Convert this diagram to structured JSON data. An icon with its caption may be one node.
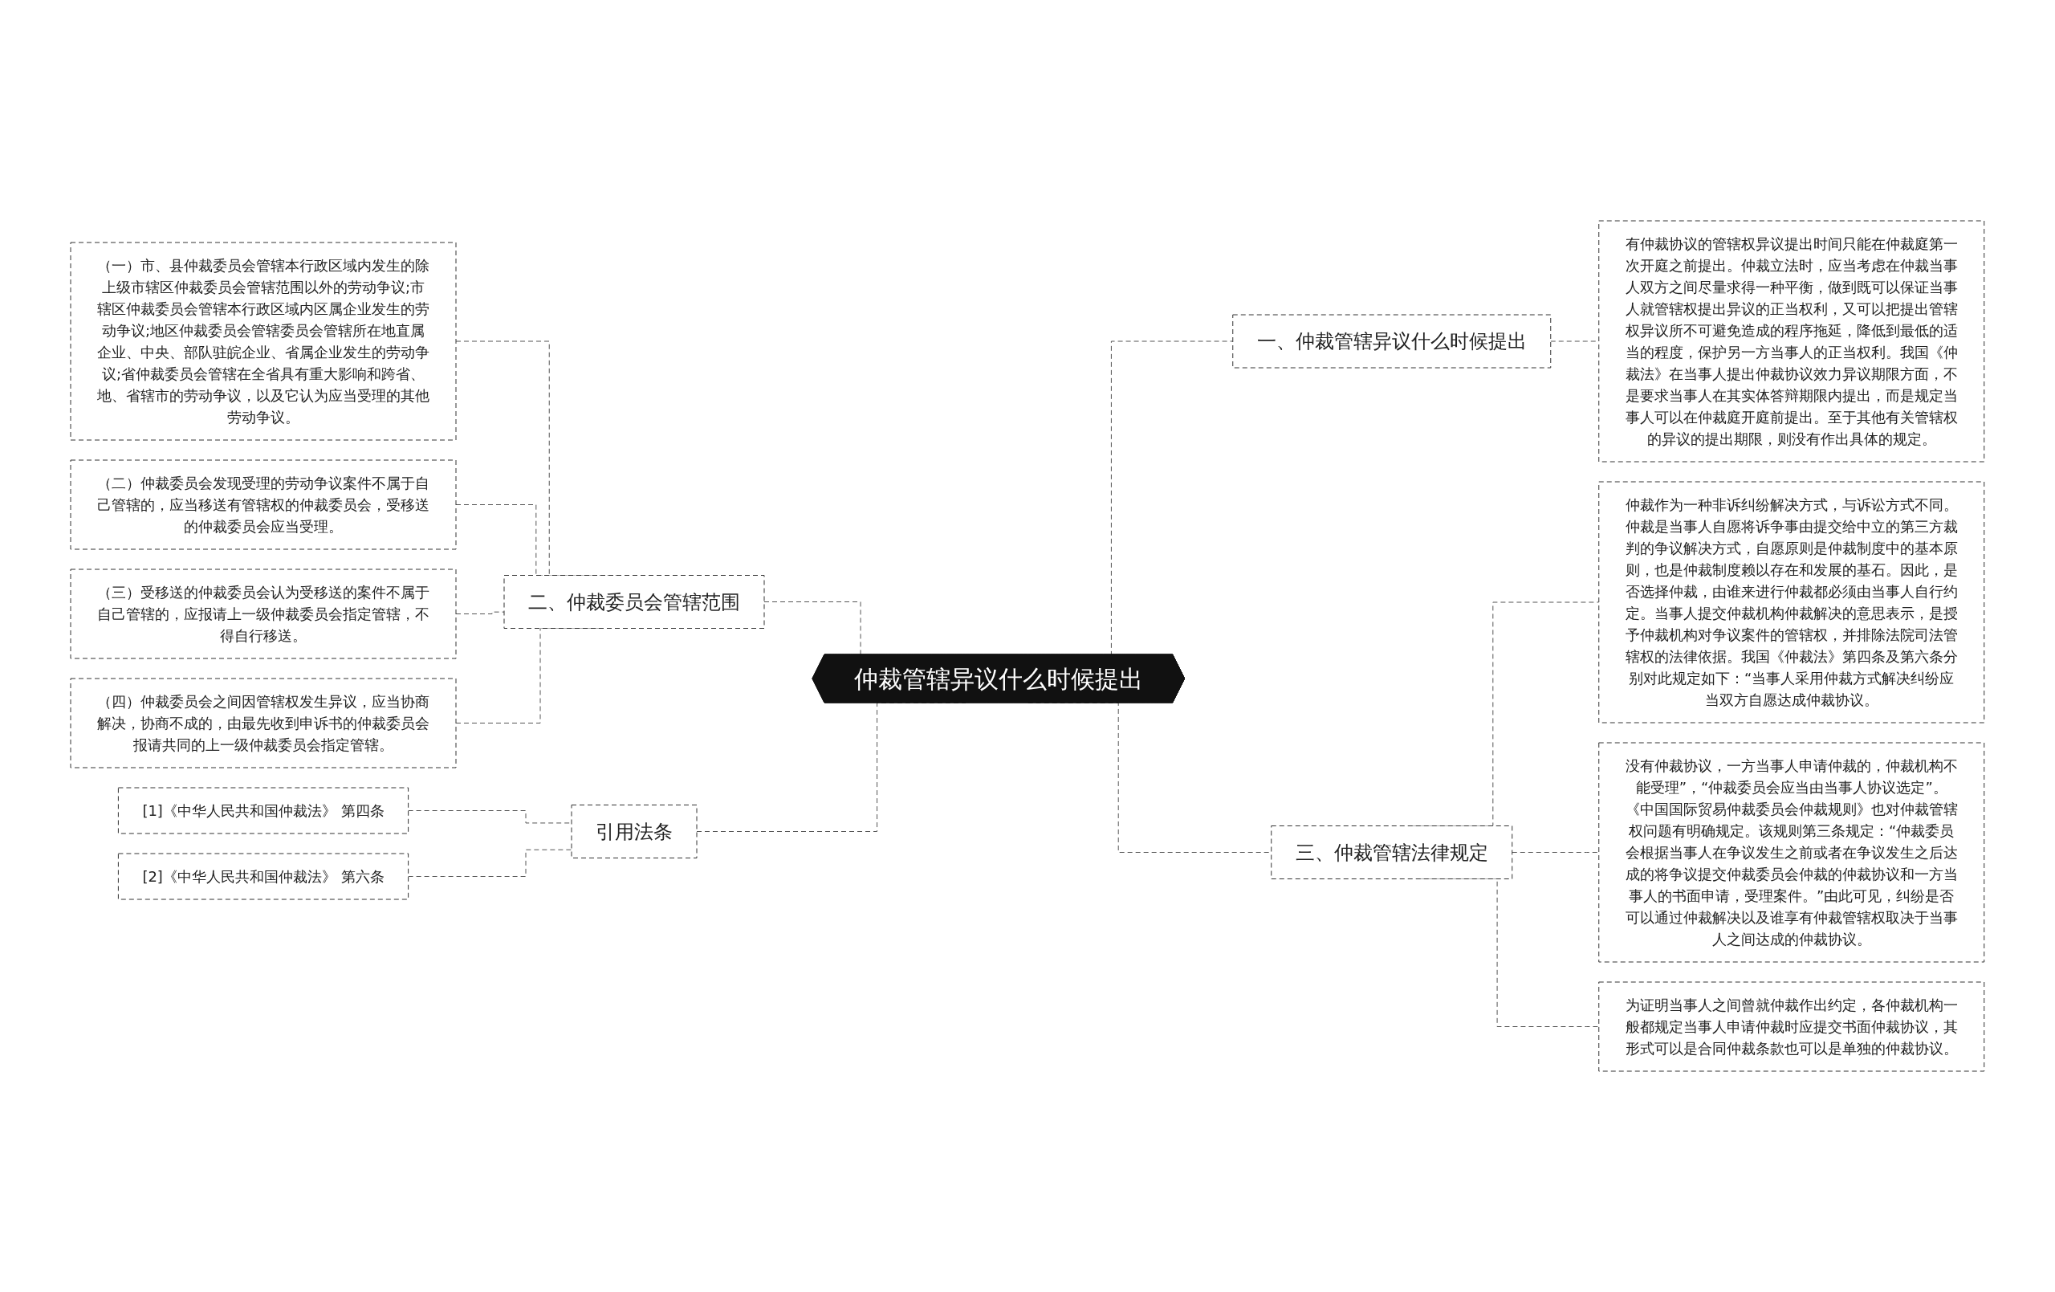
{
  "diagram": {
    "nodes": [
      {
        "text": [
          "仲裁管辖异议什么时候提出"
        ]
      },
      {
        "text": [
          "一、仲裁管辖异议什么时候提出"
        ]
      },
      {
        "text": [
          "有仲裁协议的管辖权异议提出时间只能在仲裁庭第一次开庭之前提出。仲裁立法时，应当考虑在仲裁当事人双方之间尽量求得一种平衡，做到既可以保证当事人就管辖权提出异议的正当权利，又可以把提出管辖权异议所不可避免造成的程序拖延，降低到最低的适当的程度，保护另一方当事人的正当权利。我国《仲裁法》在当事人提出仲裁协议效力异议期限方面，不是要求当事人在其实体答辩期限内提出，而是规定当事人可以在仲裁庭开庭前提出。至于其他有关管辖权的异议的提出期限，则没有作出具体的规定。"
        ]
      },
      {
        "text": [
          "二、仲裁委员会管辖范围"
        ]
      },
      {
        "text": [
          "（一）市、县仲裁委员会管辖本行政区域内发生的除上级市辖区仲裁委员会管辖范围以外的劳动争议;市辖区仲裁委员会管辖本行政区域内区属企业发生的劳动争议;地区仲裁委员会管辖委员会管辖所在地直属企业、中央、部队驻皖企业、省属企业发生的劳动争议;省仲裁委员会管辖在全省具有重大影响和跨省、地、省辖市的劳动争议，以及它认为应当受理的其他劳动争议。"
        ]
      },
      {
        "text": [
          "（二）仲裁委员会发现受理的劳动争议案件不属于自己管辖的，应当移送有管辖权的仲裁委员会，受移送的仲裁委员会应当受理。"
        ]
      },
      {
        "text": [
          "（三）受移送的仲裁委员会认为受移送的案件不属于自己管辖的，应报请上一级仲裁委员会指定管辖，不得自行移送。"
        ]
      },
      {
        "text": [
          "（四）仲裁委员会之间因管辖权发生异议，应当协商解决，协商不成的，由最先收到申诉书的仲裁委员会报请共同的上一级仲裁委员会指定管辖。"
        ]
      },
      {
        "text": [
          "三、仲裁管辖法律规定"
        ]
      },
      {
        "text": [
          "仲裁作为一种非诉纠纷解决方式，与诉讼方式不同。仲裁是当事人自愿将诉争事由提交给中立的第三方裁判的争议解决方式，自愿原则是仲裁制度中的基本原则，也是仲裁制度赖以存在和发展的基石。因此，是否选择仲裁，由谁来进行仲裁都必须由当事人自行约定。当事人提交仲裁机构仲裁解决的意思表示，是授予仲裁机构对争议案件的管辖权，并排除法院司法管辖权的法律依据。我国《仲裁法》第四条及第六条分别对此规定如下：“当事人采用仲裁方式解决纠纷应当双方自愿达成仲裁协议。"
        ]
      },
      {
        "text": [
          "没有仲裁协议，一方当事人申请仲裁的，仲裁机构不能受理”，“仲裁委员会应当由当事人协议选定”。《中国国际贸易仲裁委员会仲裁规则》也对仲裁管辖权问题有明确规定。该规则第三条规定：“仲裁委员会根据当事人在争议发生之前或者在争议发生之后达成的将争议提交仲裁委员会仲裁的仲裁协议和一方当事人的书面申请，受理案件。”由此可见，纠纷是否可以通过仲裁解决以及谁享有仲裁管辖权取决于当事人之间达成的仲裁协议。"
        ]
      },
      {
        "text": [
          "为证明当事人之间曾就仲裁作出约定，各仲裁机构一般都规定当事人申请仲裁时应提交书面仲裁协议，其形式可以是合同仲裁条款也可以是单独的仲裁协议。"
        ]
      },
      {
        "text": [
          "引用法条"
        ]
      },
      {
        "text": [
          "[1]《中华人民共和国仲裁法》 第四条"
        ]
      },
      {
        "text": [
          "[2]《中华人民共和国仲裁法》 第六条"
        ]
      }
    ],
    "edges": [
      {
        "from": 0,
        "to": 1,
        "arrow": "none",
        "style": "dashed"
      },
      {
        "from": 1,
        "to": 2,
        "arrow": "none",
        "style": "dashed"
      },
      {
        "from": 0,
        "to": 3,
        "arrow": "none",
        "style": "dashed"
      },
      {
        "from": 3,
        "to": 4,
        "arrow": "none",
        "style": "dashed"
      },
      {
        "from": 3,
        "to": 5,
        "arrow": "none",
        "style": "dashed"
      },
      {
        "from": 3,
        "to": 6,
        "arrow": "none",
        "style": "dashed"
      },
      {
        "from": 3,
        "to": 7,
        "arrow": "none",
        "style": "dashed"
      },
      {
        "from": 0,
        "to": 8,
        "arrow": "none",
        "style": "dashed"
      },
      {
        "from": 8,
        "to": 9,
        "arrow": "none",
        "style": "dashed"
      },
      {
        "from": 8,
        "to": 10,
        "arrow": "none",
        "style": "dashed"
      },
      {
        "from": 8,
        "to": 11,
        "arrow": "none",
        "style": "dashed"
      },
      {
        "from": 0,
        "to": 12,
        "arrow": "none",
        "style": "dashed"
      },
      {
        "from": 12,
        "to": 13,
        "arrow": "none",
        "style": "dashed"
      },
      {
        "from": 12,
        "to": 14,
        "arrow": "none",
        "style": "dashed"
      }
    ]
  }
}
